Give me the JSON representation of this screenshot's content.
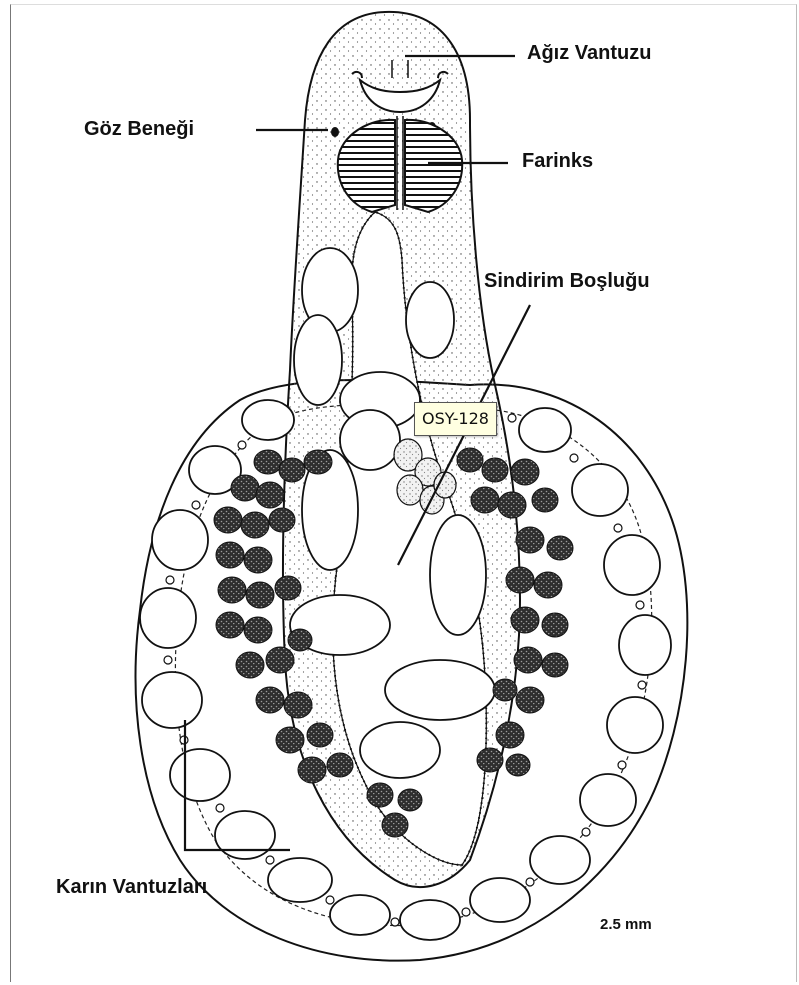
{
  "labels": {
    "oral_sucker": "Ağız Vantuzu",
    "eye_spot": "Göz Beneği",
    "pharynx": "Farinks",
    "digestive_cavity": "Sindirim Boşluğu",
    "ventral_suckers": "Karın Vantuzları"
  },
  "scale": "2.5 mm",
  "tooltip": "OSY-128"
}
